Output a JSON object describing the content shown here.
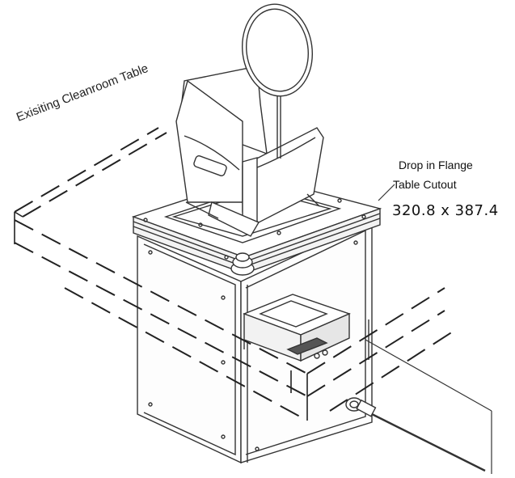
{
  "diagram": {
    "table_label": "Exisiting Cleanroom Table",
    "flange_label_line1": "Drop in Flange",
    "flange_label_line2": "Table Cutout",
    "cutout_dimensions": "320.8 x 387.4",
    "colors": {
      "line": "#333333",
      "dashed": "#222222",
      "background": "#ffffff"
    }
  }
}
